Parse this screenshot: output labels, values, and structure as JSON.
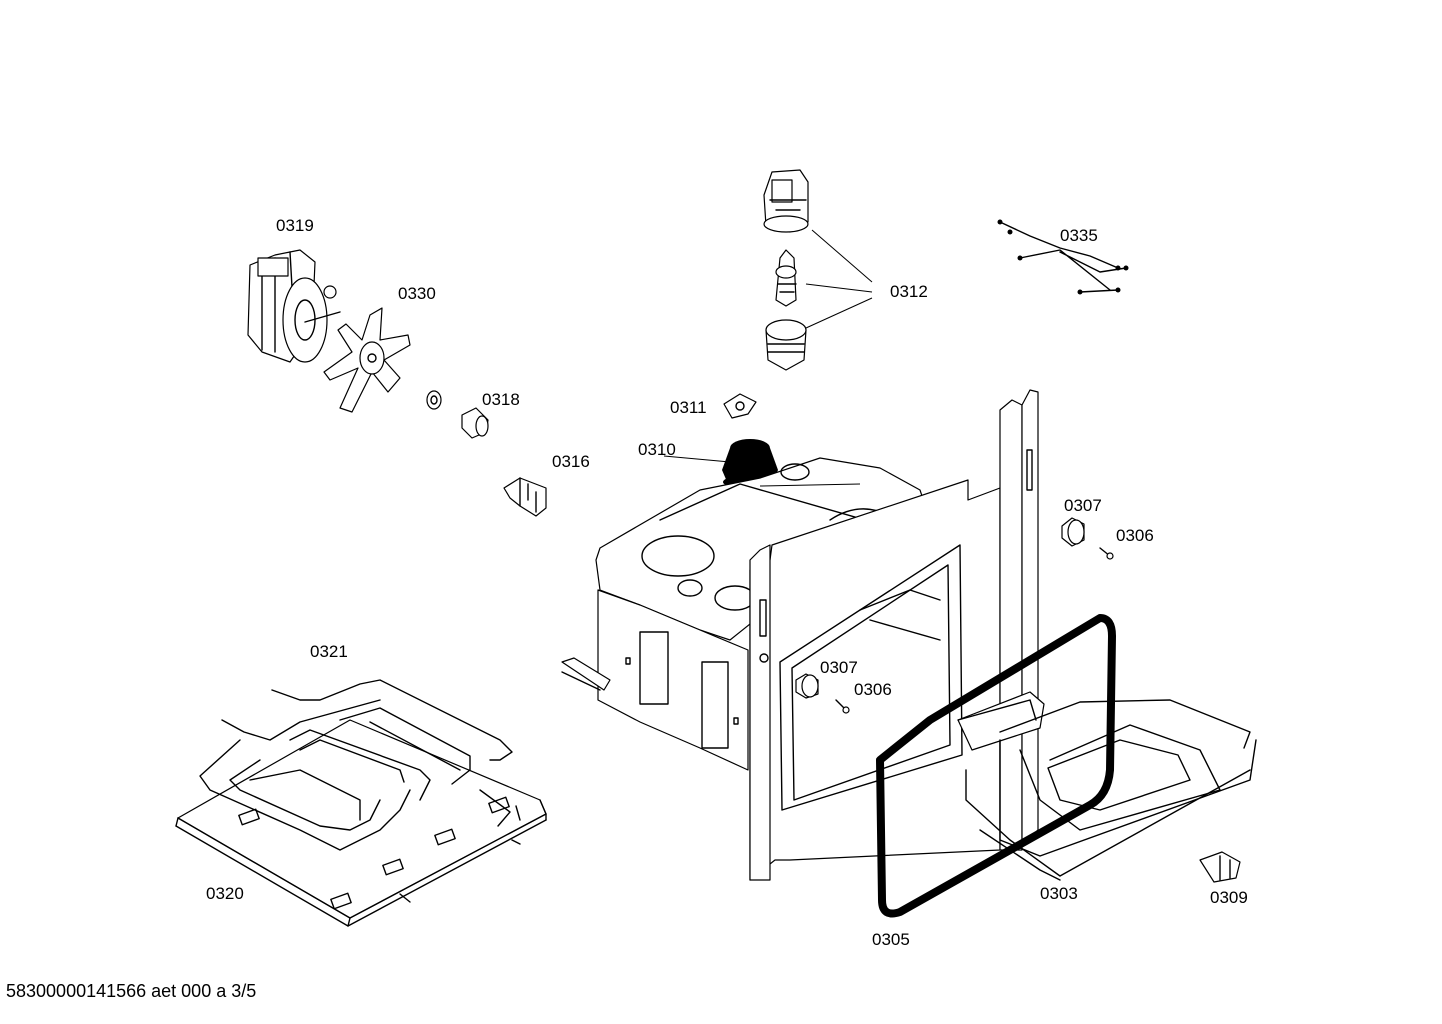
{
  "diagram": {
    "labels": {
      "p0319": "0319",
      "p0330": "0330",
      "p0318": "0318",
      "p0316": "0316",
      "p0311": "0311",
      "p0310": "0310",
      "p0312": "0312",
      "p0335": "0335",
      "p0307a": "0307",
      "p0306a": "0306",
      "p0307b": "0307",
      "p0306b": "0306",
      "p0321": "0321",
      "p0320": "0320",
      "p0305": "0305",
      "p0303": "0303",
      "p0309": "0309"
    },
    "footer": "58300000141566 aet 000 a 3/5"
  }
}
